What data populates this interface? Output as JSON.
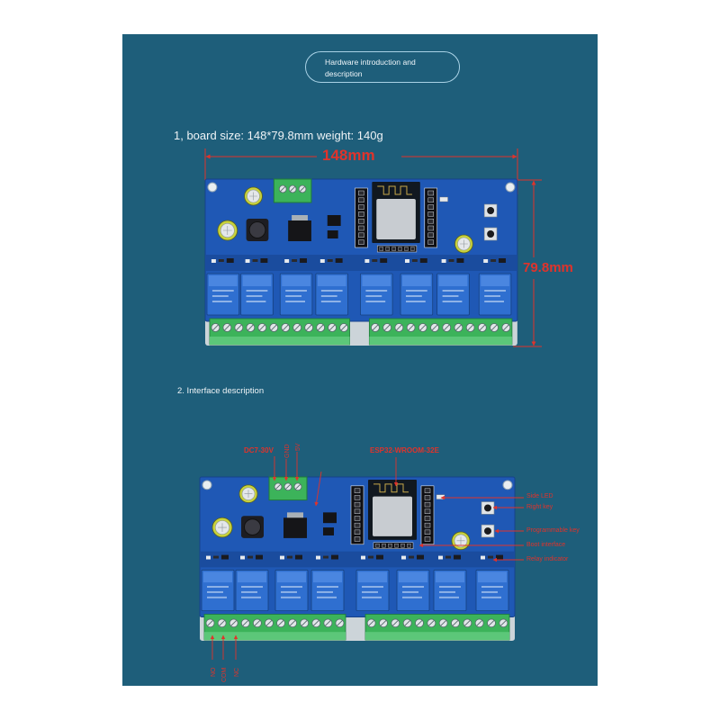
{
  "header": {
    "pill_label": "Hardware introduction and description"
  },
  "section1": {
    "title": "1, board size: 148*79.8mm weight: 140g",
    "width_label": "148mm",
    "height_label": "79.8mm"
  },
  "section2": {
    "title": "2. Interface description",
    "annotations": {
      "power_input": "DC7-30V",
      "ground": "GND",
      "five_volt": "5V",
      "module": "ESP32-WROOM-32E",
      "side_led": "Side LED",
      "right_key": "Right key",
      "programmable_key": "Programmable key",
      "boot_interface": "Boot interface",
      "relay_indicator": "Relay indicator",
      "relay_no": "NO",
      "relay_com": "COM",
      "relay_nc": "NC"
    }
  },
  "colors": {
    "panel": "#1e5e7a",
    "annotation": "#e0332b",
    "pcb": "#1f58b5",
    "pcb_dark": "#1a4c9e",
    "relay": "#2f6fd0",
    "terminal": "#3cb35a"
  }
}
